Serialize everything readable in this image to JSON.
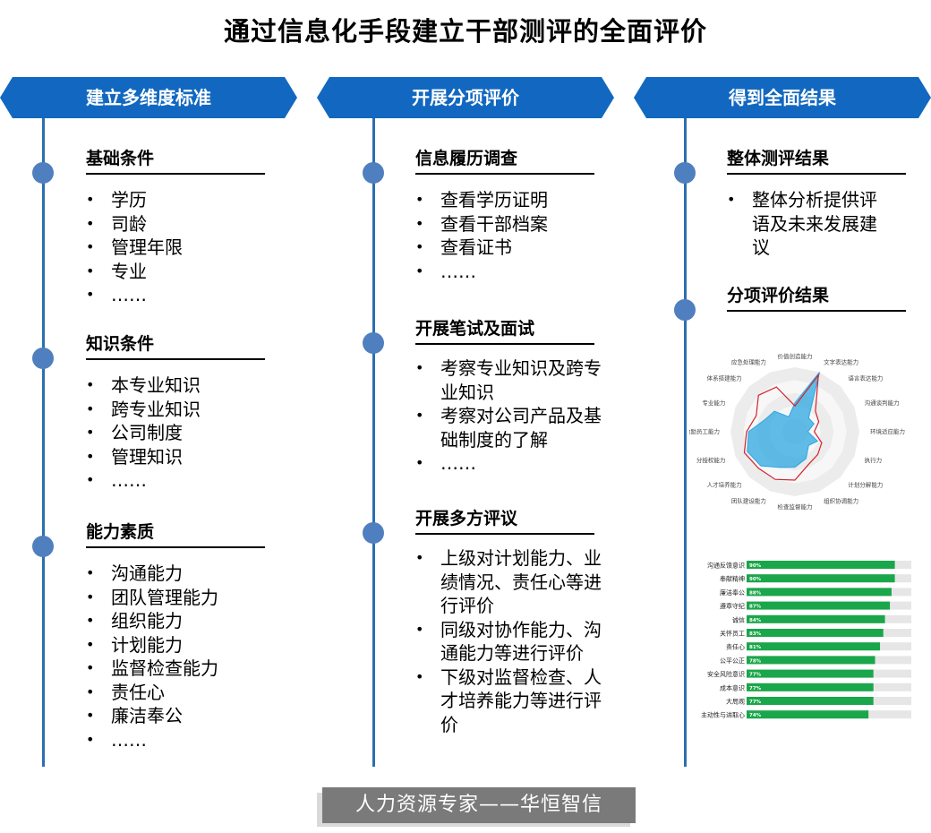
{
  "title": "通过信息化手段建立干部测评的全面评价",
  "columns": [
    {
      "banner": "建立多维度标准",
      "sections": [
        {
          "title": "基础条件",
          "items": [
            "学历",
            "司龄",
            "管理年限",
            "专业",
            "……"
          ]
        },
        {
          "title": "知识条件",
          "items": [
            "本专业知识",
            "跨专业知识",
            "公司制度",
            "管理知识",
            "……"
          ]
        },
        {
          "title": "能力素质",
          "items": [
            "沟通能力",
            "团队管理能力",
            "组织能力",
            "计划能力",
            "监督检查能力",
            "责任心",
            "廉洁奉公",
            "……"
          ]
        }
      ]
    },
    {
      "banner": "开展分项评价",
      "sections": [
        {
          "title": "信息履历调查",
          "items": [
            "查看学历证明",
            "查看干部档案",
            "查看证书",
            "……"
          ]
        },
        {
          "title": "开展笔试及面试",
          "items": [
            "考察专业知识及跨专业知识",
            "考察对公司产品及基础制度的了解",
            "……"
          ]
        },
        {
          "title": "开展多方评议",
          "items": [
            "上级对计划能力、业绩情况、责任心等进行评价",
            "同级对协作能力、沟通能力等进行评价",
            "下级对监督检查、人才培养能力等进行评价"
          ]
        }
      ]
    },
    {
      "banner": "得到全面结果",
      "sections": [
        {
          "title": "整体测评结果",
          "items": [
            "整体分析提供评语及未来发展建议"
          ]
        },
        {
          "title": "分项评价结果",
          "items": []
        }
      ]
    }
  ],
  "chart_data": [
    {
      "type": "radar",
      "title": "",
      "categories": [
        "价值创造能力",
        "文字表达能力",
        "语言表达能力",
        "沟通谈判能力",
        "环境适应能力",
        "执行力",
        "计划分解能力",
        "组织协调能力",
        "检查监督能力",
        "团队建设能力",
        "人才培养能力",
        "分授权能力",
        "激励员工能力",
        "专业能力",
        "体系搭建能力",
        "应急处理能力"
      ],
      "series": [
        {
          "values": [
            0.45,
            1.0,
            0.3,
            0.32,
            0.2,
            0.38,
            0.3,
            0.45,
            0.55,
            0.6,
            0.75,
            0.8,
            0.72,
            0.5,
            0.45,
            0.25
          ]
        },
        {
          "values": [
            0.4,
            0.95,
            0.45,
            0.4,
            0.3,
            0.45,
            0.5,
            0.55,
            0.75,
            0.8,
            0.8,
            0.85,
            0.75,
            0.65,
            0.8,
            0.75
          ]
        }
      ],
      "colors": [
        "#2ea7e0",
        "#d6212e"
      ]
    },
    {
      "type": "bar",
      "title": "",
      "categories": [
        "沟通反馈意识",
        "奉献精神",
        "廉洁奉公",
        "遵章守纪",
        "诚信",
        "关怀员工",
        "责任心",
        "公平公正",
        "安全风险意识",
        "成本意识",
        "大局观",
        "主动性与进取心"
      ],
      "values": [
        90,
        90,
        88,
        87,
        84,
        83,
        81,
        78,
        77,
        77,
        77,
        74
      ],
      "value_labels": [
        "90%",
        "90%",
        "88%",
        "87%",
        "84%",
        "83%",
        "81%",
        "78%",
        "77%",
        "77%",
        "77%",
        "74%"
      ],
      "xlim": [
        0,
        100
      ],
      "colors": {
        "bar": "#1aa64a",
        "track": "#e6e6e6"
      }
    }
  ],
  "footer": "人力资源专家——华恒智信",
  "colors": {
    "banner": "#1268c0",
    "line": "#2c6fb0",
    "dot": "#4f7fbf"
  }
}
